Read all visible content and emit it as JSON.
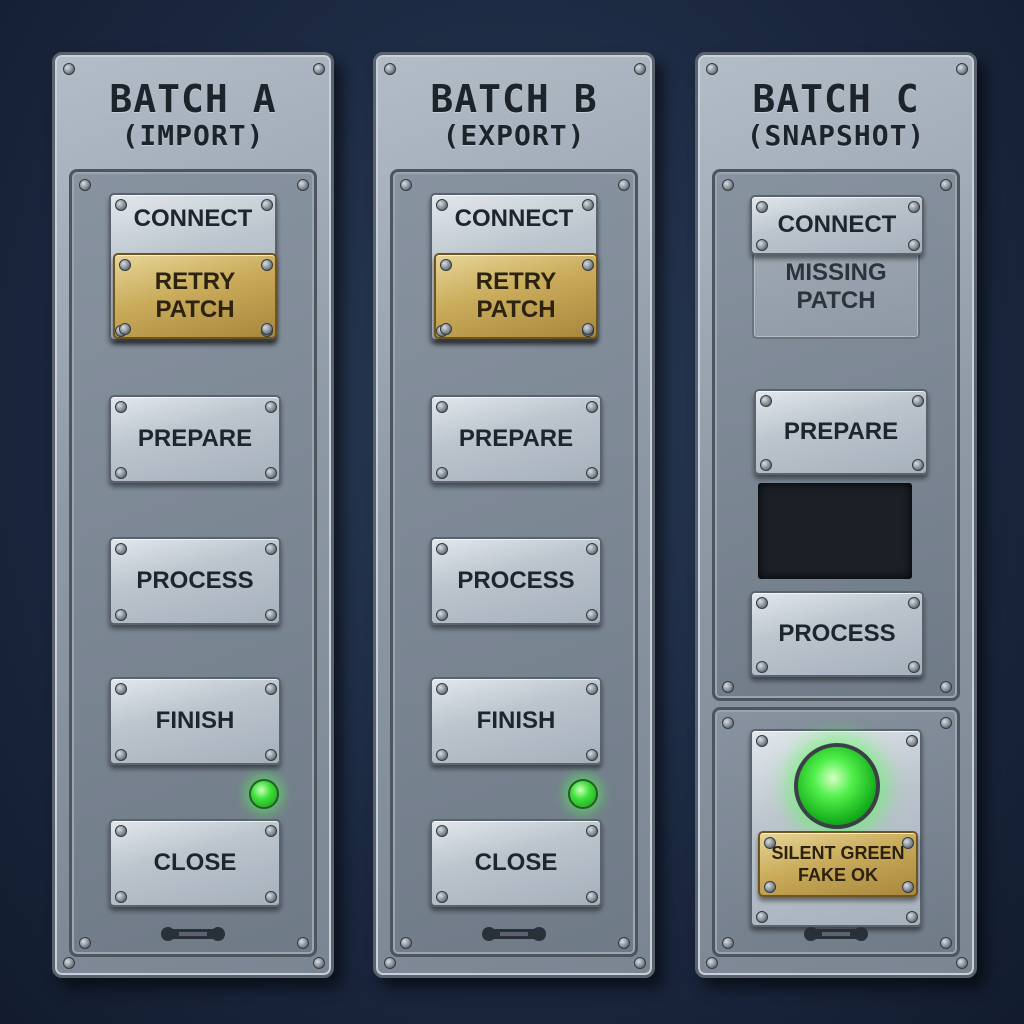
{
  "panels": [
    {
      "title": "BATCH A",
      "subtitle": "(IMPORT)",
      "steps": [
        "CONNECT",
        "PREPARE",
        "PROCESS",
        "FINISH",
        "CLOSE"
      ],
      "patch": "RETRY\nPATCH"
    },
    {
      "title": "BATCH B",
      "subtitle": "(EXPORT)",
      "steps": [
        "CONNECT",
        "PREPARE",
        "PROCESS",
        "FINISH",
        "CLOSE"
      ],
      "patch": "RETRY\nPATCH"
    },
    {
      "title": "BATCH C",
      "subtitle": "(SNAPSHOT)",
      "steps": [
        "CONNECT",
        "PREPARE",
        "PROCESS"
      ],
      "patch": "MISSING\nPATCH",
      "status_label": "SILENT GREEN\nFAKE OK"
    }
  ],
  "colors": {
    "wire": "#f0a640",
    "wire_glow": "#ffcf6a",
    "copper": "#b9622a",
    "led_green": "#3ee03a",
    "brass": "#c9ab5a"
  },
  "icons": [
    "wrench-icon",
    "status-led-icon",
    "tangled-wire-icon"
  ]
}
